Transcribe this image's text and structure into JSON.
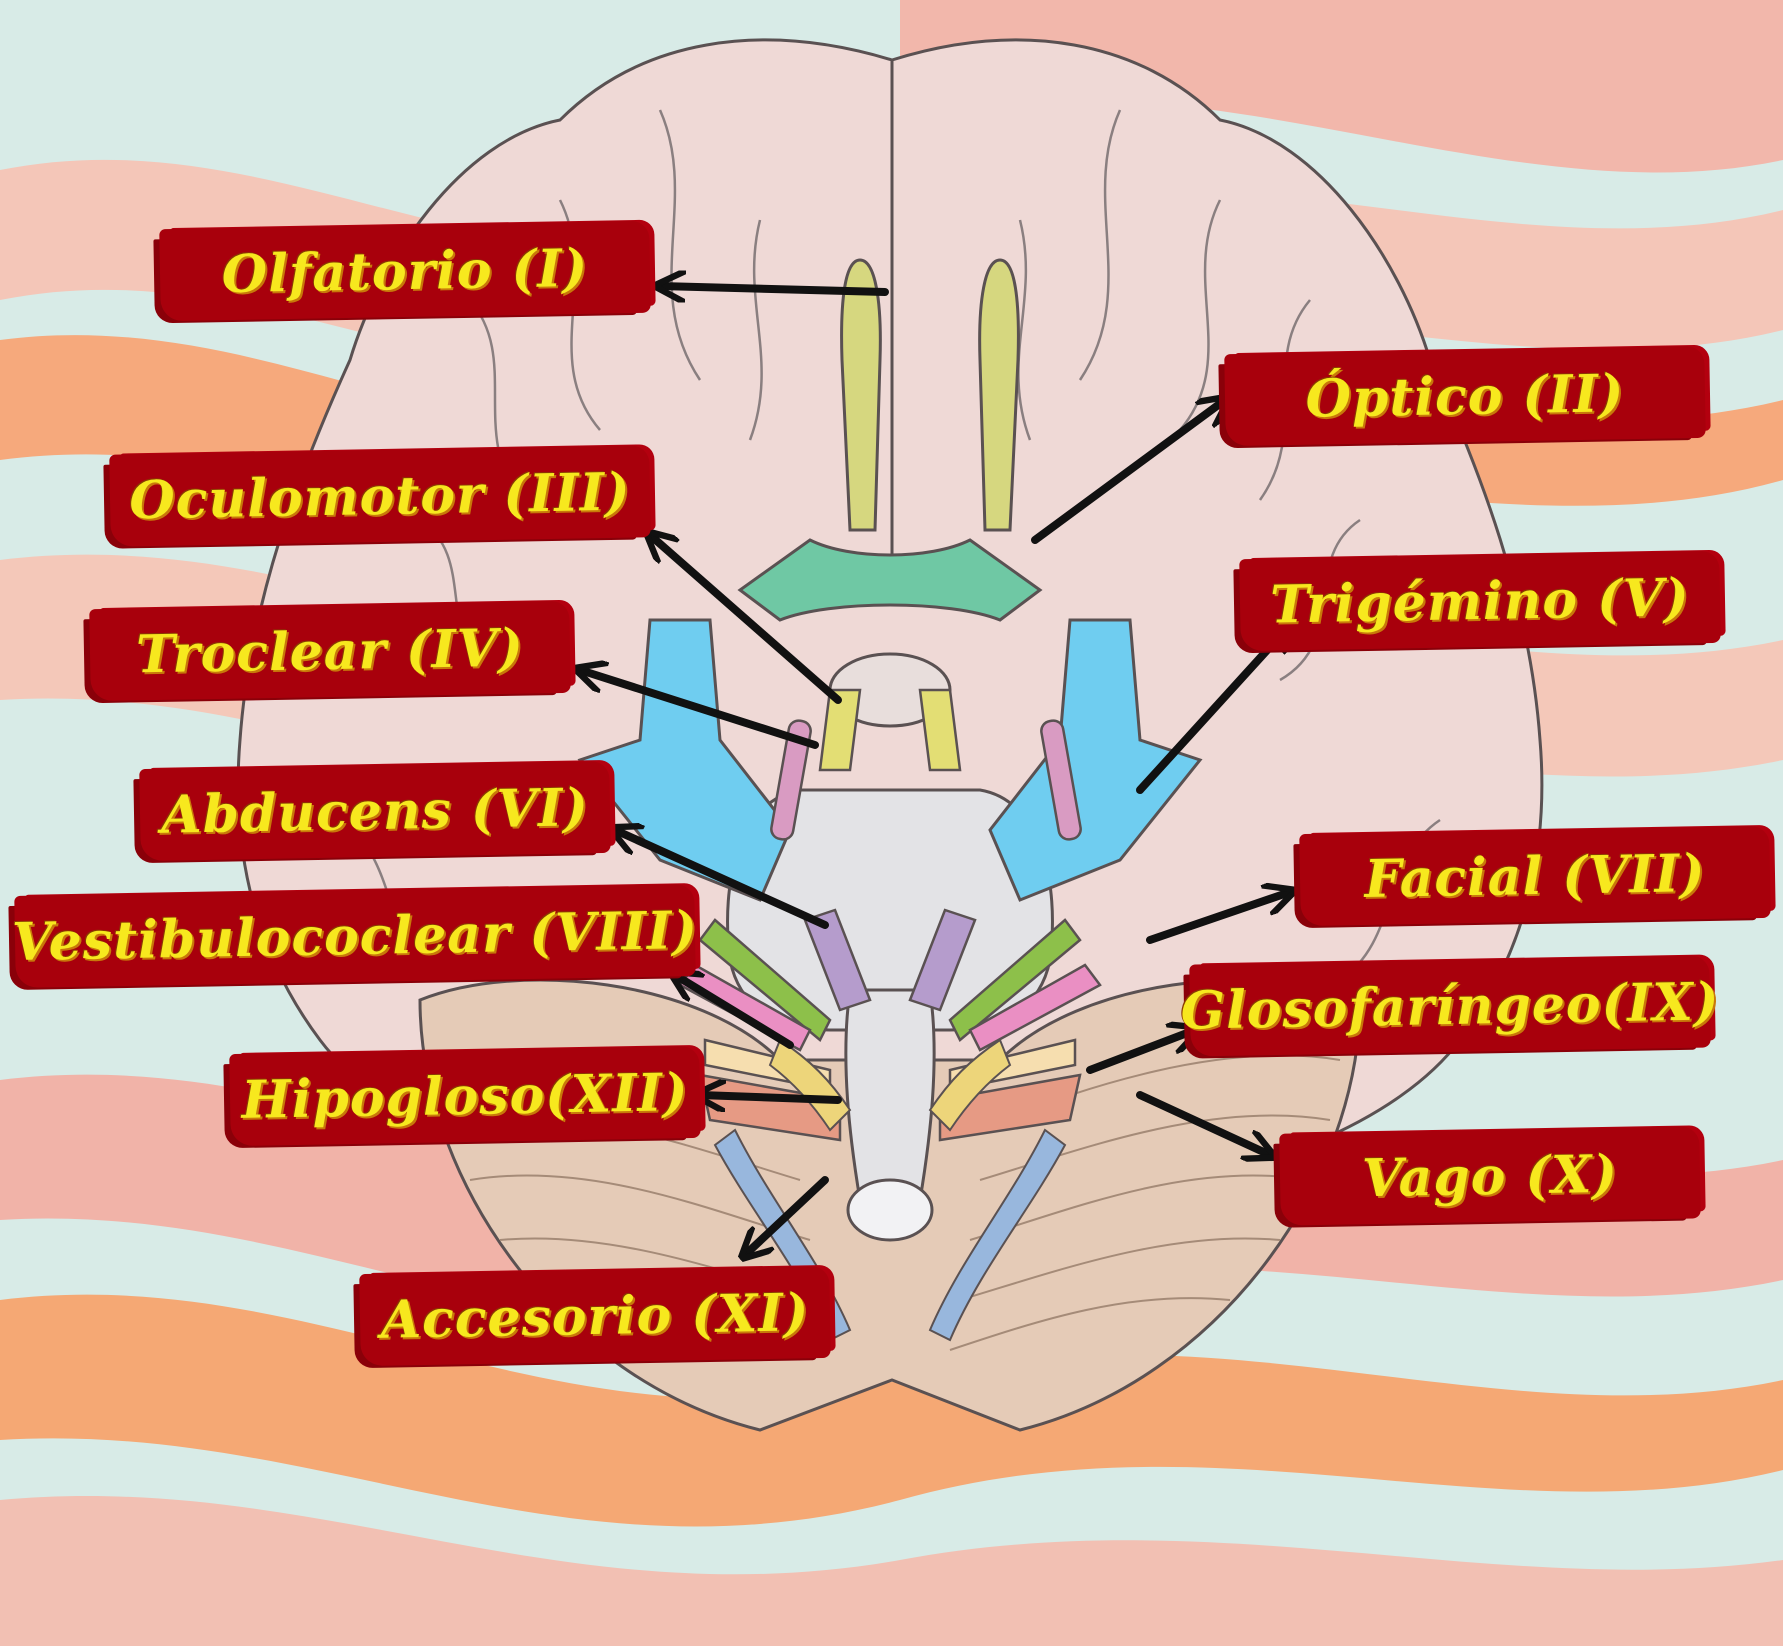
{
  "labels": {
    "olfatorio": "Olfatorio (I)",
    "optico": "Óptico (II)",
    "oculomotor": "Oculomotor  (III)",
    "troclear": "Troclear (IV)",
    "trigemino": "Trigémino (V)",
    "abducens": "Abducens (VI)",
    "facial": "Facial (VII)",
    "vestibulococlear": "Vestibulococlear (VIII)",
    "glosofaringeo": "Glosofaríngeo(IX)",
    "vago": "Vago (X)",
    "accesorio": "Accesorio (XI)",
    "hipogloso": "Hipogloso(XII)"
  },
  "colors": {
    "label_bg": "#a8000c",
    "label_text": "#f7e81e",
    "arrow": "#111111",
    "olfactory": "#d6d77f",
    "optic": "#6fc8a4",
    "oculomotor": "#e3de74",
    "trochlear": "#d99bc2",
    "trigeminal": "#6fcdf0",
    "abducens": "#b59ccc",
    "facial": "#8dc04a",
    "vestibulocochlear": "#ea8fc3",
    "glossopharyngeal": "#f6deaf",
    "vagus": "#e69a84",
    "accessory": "#98b7dd",
    "hypoglossal": "#edd57a"
  }
}
